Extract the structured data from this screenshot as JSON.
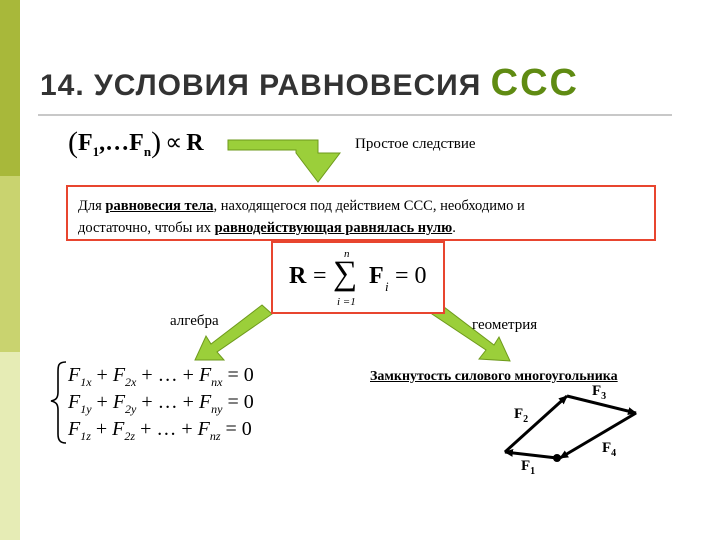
{
  "title": {
    "main": "14. УСЛОВИЯ РАВНОВЕСИЯ",
    "abbr": "ССС"
  },
  "top_formula": {
    "open": "(",
    "f1": "F",
    "f1_sub": "1",
    "dots": ",…",
    "fn": "F",
    "fn_sub": "n",
    "close": ")",
    "prop": "∝",
    "r": "R"
  },
  "note": "Простое следствие",
  "condition": {
    "p1": "Для ",
    "u1": "равновесия тела",
    "p2": ", находящегося под действием ССС, необходимо и",
    "p3": "достаточно,  чтобы их ",
    "u2": "равнодействующая равнялась нулю",
    "p4": "."
  },
  "resultant_eq": {
    "lhs": "R",
    "eq": "=",
    "sum": "∑",
    "upper": "n",
    "lower": "i =1",
    "term": "F",
    "term_sub": "i",
    "rhs": "= 0"
  },
  "branches": {
    "algebra": "алгебра",
    "geometry": "геометрия"
  },
  "closure_text": "Замкнутость силового многоугольника",
  "equations": [
    {
      "a": "F",
      "a_sub": "1x",
      "b": "F",
      "b_sub": "2x",
      "c": "F",
      "c_sub": "nx",
      "rhs": "0"
    },
    {
      "a": "F",
      "a_sub": "1y",
      "b": "F",
      "b_sub": "2y",
      "c": "F",
      "c_sub": "ny",
      "rhs": "0"
    },
    {
      "a": "F",
      "a_sub": "1z",
      "b": "F",
      "b_sub": "2z",
      "c": "F",
      "c_sub": "nz",
      "rhs": "0"
    }
  ],
  "ops": {
    "plus": "+",
    "dots": "…",
    "eq": "="
  },
  "polygon_labels": [
    {
      "name": "F",
      "sub": "1"
    },
    {
      "name": "F",
      "sub": "2"
    },
    {
      "name": "F",
      "sub": "3"
    },
    {
      "name": "F",
      "sub": "4"
    }
  ],
  "colors": {
    "accent_green": "#5f8b12",
    "arrow_green": "#9bcf3a",
    "box_border": "#e8452f",
    "title_gray": "#333333"
  }
}
